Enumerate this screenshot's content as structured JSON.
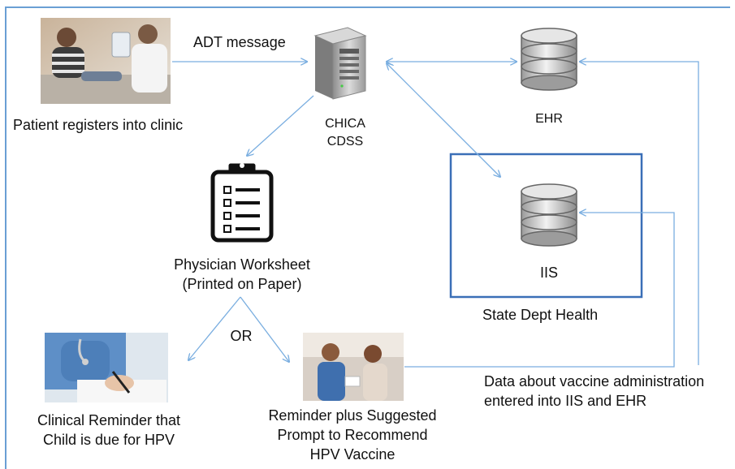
{
  "labels": {
    "adt_message": "ADT message",
    "patient_registers": "Patient registers into clinic",
    "chica_line1": "CHICA",
    "chica_line2": "CDSS",
    "ehr": "EHR",
    "iis": "IIS",
    "state_dept": "State Dept Health",
    "worksheet_line1": "Physician Worksheet",
    "worksheet_line2": "(Printed on Paper)",
    "or": "OR",
    "clinical_line1": "Clinical Reminder that",
    "clinical_line2": "Child is due for HPV",
    "prompt_line1": "Reminder plus Suggested",
    "prompt_line2": "Prompt to Recommend",
    "prompt_line3": "HPV Vaccine",
    "data_line1": "Data about vaccine administration",
    "data_line2": "entered into IIS and EHR"
  },
  "colors": {
    "frame": "#6a9fd4",
    "arrow": "#7aaee0",
    "state_box": "#3a6fb7"
  },
  "icons": [
    "server-icon",
    "database-icon",
    "clipboard-checklist-icon"
  ]
}
